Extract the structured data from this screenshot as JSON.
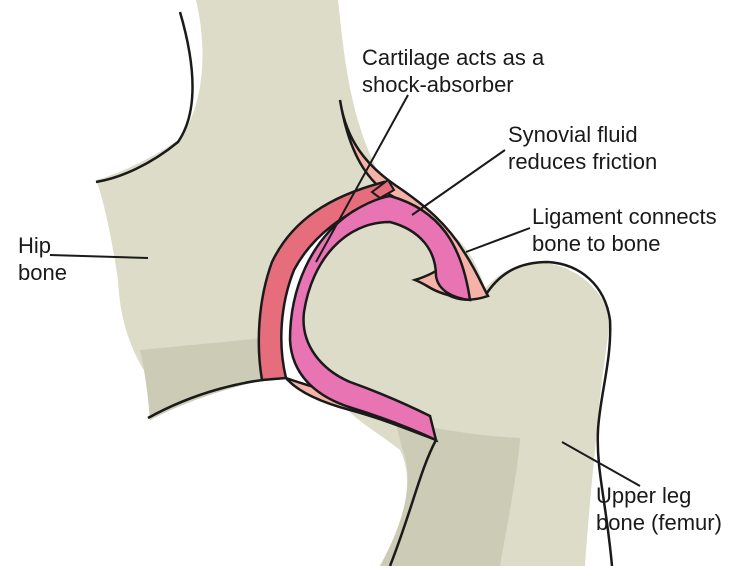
{
  "labels": {
    "cartilage": [
      "Cartilage acts as a",
      "shock-absorber"
    ],
    "synovial_fluid": [
      "Synovial fluid",
      "reduces friction"
    ],
    "ligament": [
      "Ligament connects",
      "bone to bone"
    ],
    "hip_bone": [
      "Hip",
      "bone"
    ],
    "femur": [
      "Upper leg",
      "bone (femur)"
    ]
  },
  "colors": {
    "bone": "#dcdcc8",
    "bone_shadow": "#cbcbb6",
    "ligament": "#f5b3a7",
    "cartilage": "#e56d7c",
    "synovial_fluid": "#e874b4",
    "outline": "#1a1a1a"
  }
}
